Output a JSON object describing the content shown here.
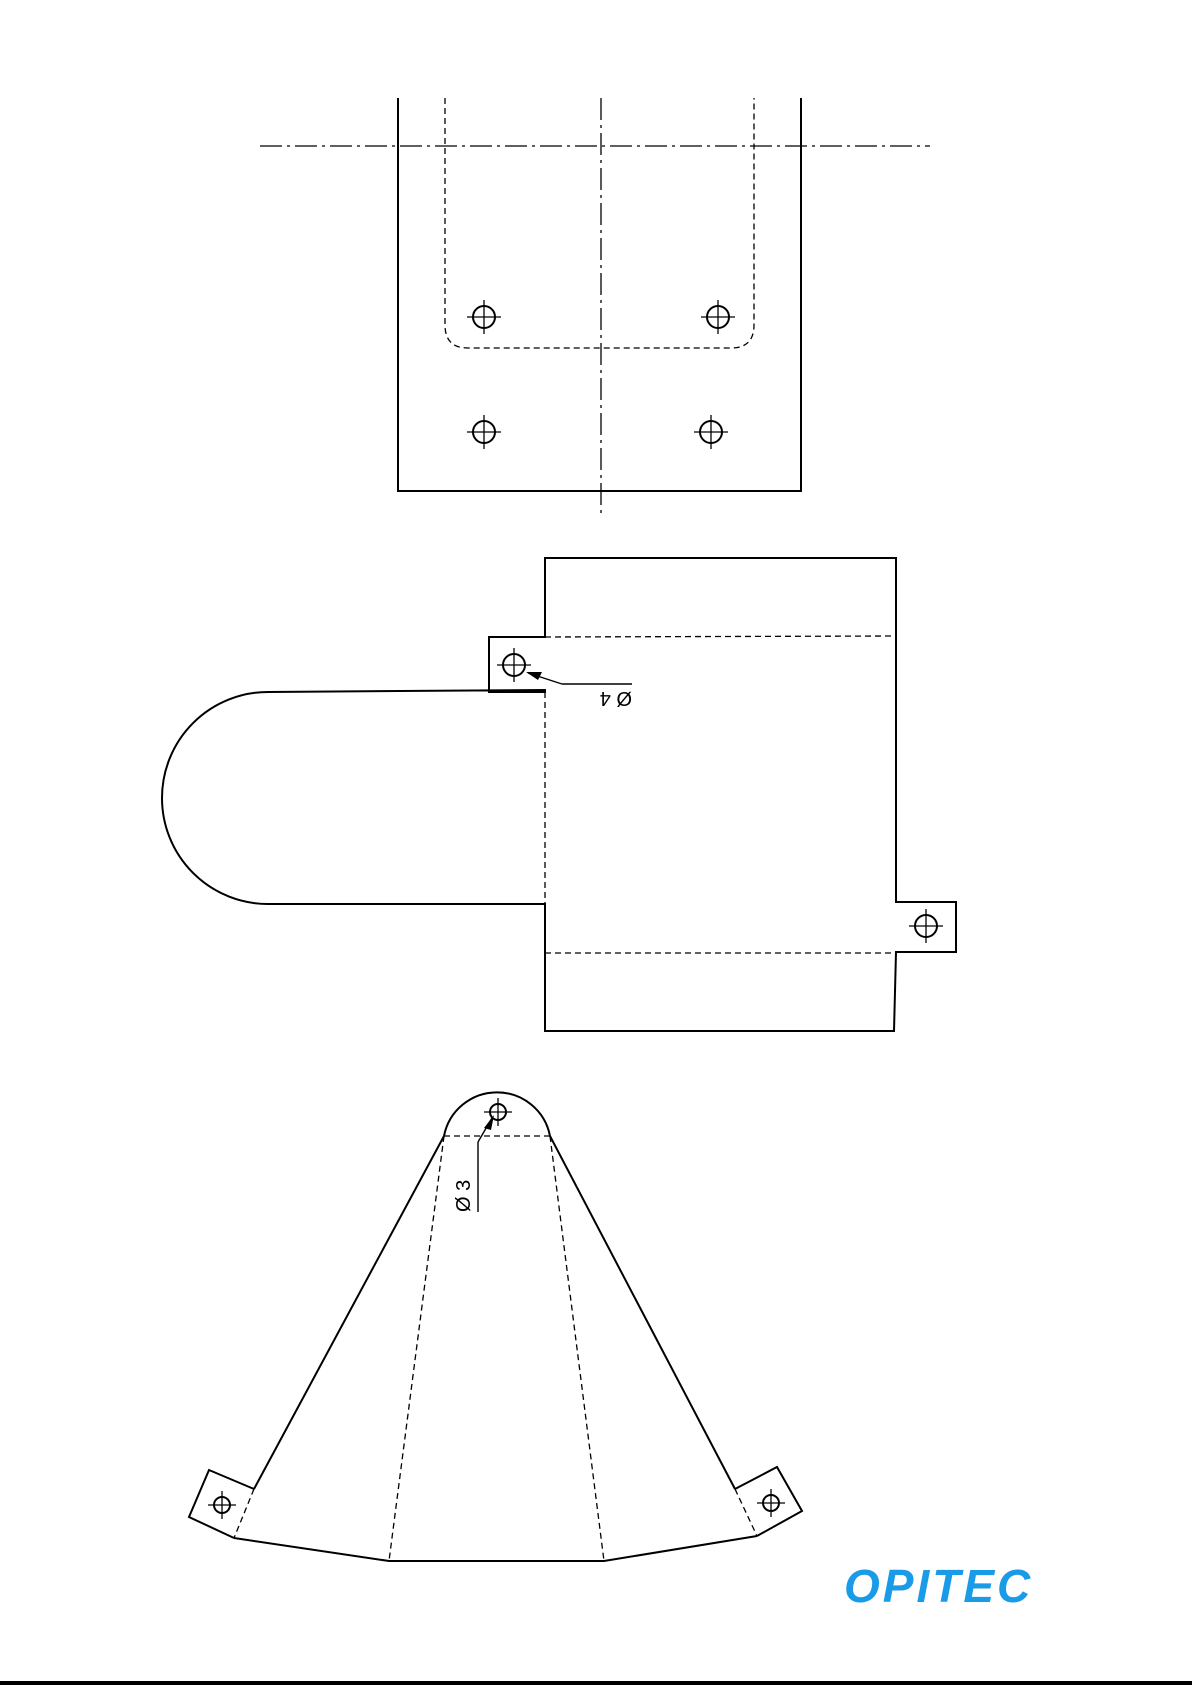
{
  "dimensions": {
    "hole_4": "Ø 4",
    "hole_3": "Ø 3"
  },
  "logo": {
    "text": "OPITEC",
    "color": "#1a9be8"
  },
  "icons": [
    "hole-crosshair-icon"
  ]
}
